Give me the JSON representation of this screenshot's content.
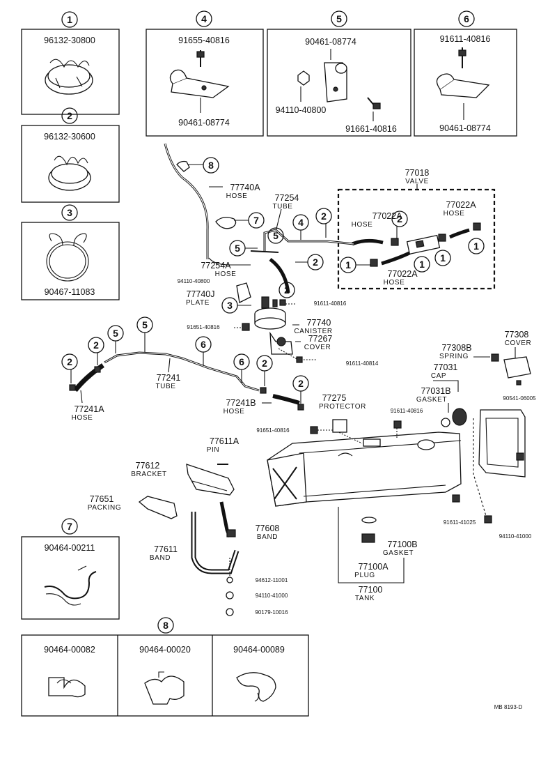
{
  "diagram_code": "MB 8193-D",
  "insets": {
    "c1": {
      "index": "1",
      "parts": [
        "96132-30800"
      ]
    },
    "c2": {
      "index": "2",
      "parts": [
        "96132-30600"
      ]
    },
    "c3": {
      "index": "3",
      "parts": [
        "90467-11083"
      ]
    },
    "c4": {
      "index": "4",
      "parts": [
        "91655-40816",
        "90461-08774"
      ]
    },
    "c5": {
      "index": "5",
      "parts": [
        "90461-08774",
        "94110-40800",
        "91661-40816"
      ]
    },
    "c6": {
      "index": "6",
      "parts": [
        "91611-40816",
        "90461-08774"
      ]
    },
    "c7": {
      "index": "7",
      "parts": [
        "90464-00211"
      ]
    },
    "c8": {
      "index": "8",
      "parts": [
        "90464-00082",
        "90464-00020",
        "90464-00089"
      ]
    }
  },
  "labels": [
    {
      "id": "77018",
      "num": "77018",
      "name": "VALVE"
    },
    {
      "id": "77740A",
      "num": "77740A",
      "name": "HOSE"
    },
    {
      "id": "77254",
      "num": "77254",
      "name": "TUBE"
    },
    {
      "id": "77022A_1",
      "num": "77022A",
      "name": "HOSE"
    },
    {
      "id": "77022A_2",
      "num": "77022A",
      "name": "HOSE"
    },
    {
      "id": "77022A_3",
      "num": "77022A",
      "name": "HOSE"
    },
    {
      "id": "77254A",
      "num": "77254A",
      "name": "HOSE"
    },
    {
      "id": "77740J",
      "num": "77740J",
      "name": "PLATE"
    },
    {
      "id": "77740",
      "num": "77740",
      "name": "CANISTER"
    },
    {
      "id": "77267",
      "num": "77267",
      "name": "COVER"
    },
    {
      "id": "77308",
      "num": "77308",
      "name": "COVER"
    },
    {
      "id": "77308B",
      "num": "77308B",
      "name": "SPRING"
    },
    {
      "id": "77031",
      "num": "77031",
      "name": "CAP"
    },
    {
      "id": "77031B",
      "num": "77031B",
      "name": "GASKET"
    },
    {
      "id": "77241",
      "num": "77241",
      "name": "TUBE"
    },
    {
      "id": "77241A",
      "num": "77241A",
      "name": "HOSE"
    },
    {
      "id": "77241B",
      "num": "77241B",
      "name": "HOSE"
    },
    {
      "id": "77275",
      "num": "77275",
      "name": "PROTECTOR"
    },
    {
      "id": "77611A",
      "num": "77611A",
      "name": "PIN"
    },
    {
      "id": "77612",
      "num": "77612",
      "name": "BRACKET"
    },
    {
      "id": "77651",
      "num": "77651",
      "name": "PACKING"
    },
    {
      "id": "77608",
      "num": "77608",
      "name": "BAND"
    },
    {
      "id": "77611",
      "num": "77611",
      "name": "BAND"
    },
    {
      "id": "77100B",
      "num": "77100B",
      "name": "GASKET"
    },
    {
      "id": "77100A",
      "num": "77100A",
      "name": "PLUG"
    },
    {
      "id": "77100",
      "num": "77100",
      "name": "TANK"
    }
  ],
  "part_codes": [
    {
      "id": "p94110_40800",
      "text": "94110-40800"
    },
    {
      "id": "p91611_40816_a",
      "text": "91611-40816"
    },
    {
      "id": "p91651_40816_a",
      "text": "91651-40816"
    },
    {
      "id": "p91611_40814",
      "text": "91611-40814"
    },
    {
      "id": "p90541_06005",
      "text": "90541-06005"
    },
    {
      "id": "p91611_40816_b",
      "text": "91611-40816"
    },
    {
      "id": "p91651_40816_b",
      "text": "91651-40816"
    },
    {
      "id": "p91611_41025",
      "text": "91611-41025"
    },
    {
      "id": "p94110_41000_a",
      "text": "94110-41000"
    },
    {
      "id": "p94612_11001",
      "text": "94612-11001"
    },
    {
      "id": "p94110_41000_b",
      "text": "94110-41000"
    },
    {
      "id": "p90179_10016",
      "text": "90179-10016"
    }
  ],
  "callouts": [
    {
      "id": "k8",
      "text": "8"
    },
    {
      "id": "k7",
      "text": "7"
    },
    {
      "id": "k5a",
      "text": "5"
    },
    {
      "id": "k5b",
      "text": "5"
    },
    {
      "id": "k4",
      "text": "4"
    },
    {
      "id": "k2a",
      "text": "2"
    },
    {
      "id": "k2b",
      "text": "2"
    },
    {
      "id": "k2c",
      "text": "2"
    },
    {
      "id": "k2d",
      "text": "2"
    },
    {
      "id": "k1a",
      "text": "1"
    },
    {
      "id": "k1b",
      "text": "1"
    },
    {
      "id": "k1c",
      "text": "1"
    },
    {
      "id": "k1d",
      "text": "1"
    },
    {
      "id": "k3",
      "text": "3"
    },
    {
      "id": "k5c",
      "text": "5"
    },
    {
      "id": "k5d",
      "text": "5"
    },
    {
      "id": "k6a",
      "text": "6"
    },
    {
      "id": "k6b",
      "text": "6"
    },
    {
      "id": "k2e",
      "text": "2"
    },
    {
      "id": "k2f",
      "text": "2"
    },
    {
      "id": "k2g",
      "text": "2"
    },
    {
      "id": "k2h",
      "text": "2"
    }
  ]
}
